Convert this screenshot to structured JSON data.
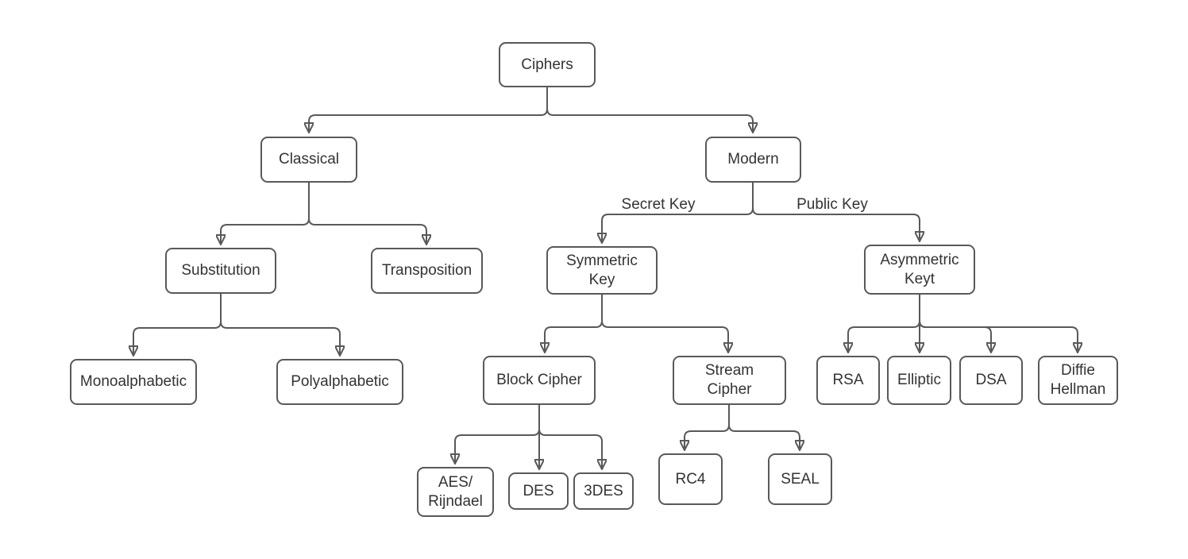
{
  "diagram": {
    "nodes": {
      "ciphers": {
        "label": "Ciphers"
      },
      "classical": {
        "label": "Classical"
      },
      "modern": {
        "label": "Modern"
      },
      "substitution": {
        "label": "Substitution"
      },
      "transposition": {
        "label": "Transposition"
      },
      "symmetric_key": {
        "label": "Symmetric\nKey"
      },
      "asymmetric_key": {
        "label": "Asymmetric\nKeyt"
      },
      "monoalphabetic": {
        "label": "Monoalphabetic"
      },
      "polyalphabetic": {
        "label": "Polyalphabetic"
      },
      "block_cipher": {
        "label": "Block Cipher"
      },
      "stream_cipher": {
        "label": "Stream\nCipher"
      },
      "rsa": {
        "label": "RSA"
      },
      "elliptic": {
        "label": "Elliptic"
      },
      "dsa": {
        "label": "DSA"
      },
      "diffie_hellman": {
        "label": "Diffie\nHellman"
      },
      "aes_rijndael": {
        "label": "AES/\nRijndael"
      },
      "des": {
        "label": "DES"
      },
      "triple_des": {
        "label": "3DES"
      },
      "rc4": {
        "label": "RC4"
      },
      "seal": {
        "label": "SEAL"
      }
    },
    "edge_labels": {
      "secret_key": "Secret Key",
      "public_key": "Public Key"
    },
    "colors": {
      "node_border": "#595959",
      "connector": "#595959",
      "text": "#333333",
      "background": "#ffffff"
    }
  }
}
